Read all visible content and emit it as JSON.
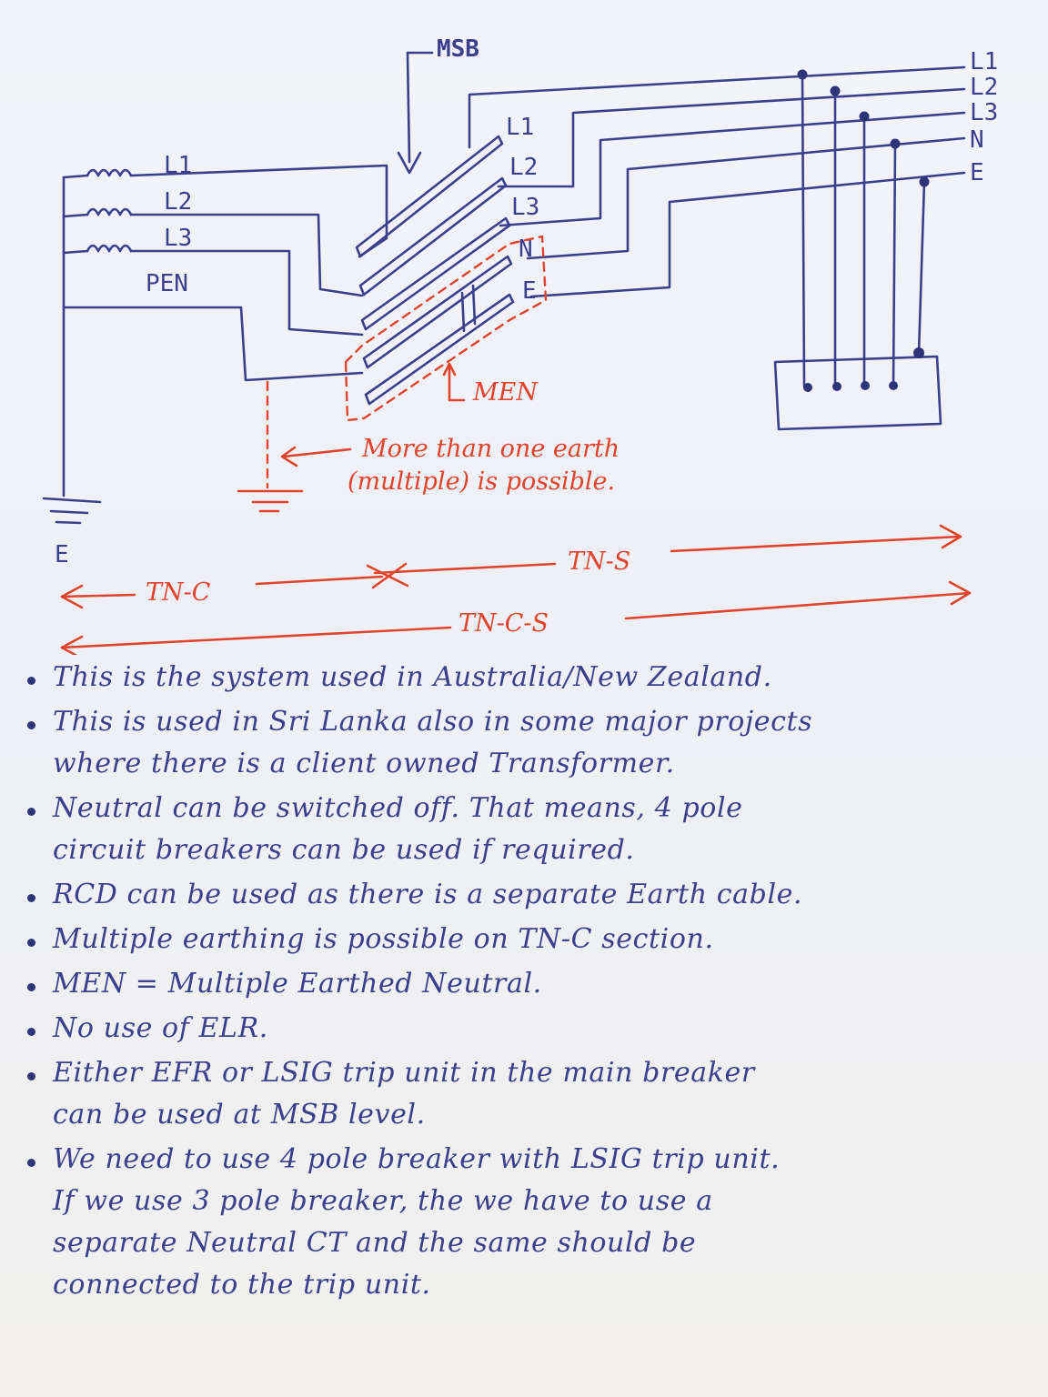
{
  "diagram": {
    "msb_label": "MSB",
    "source_labels": [
      "L1",
      "L2",
      "L3",
      "PEN"
    ],
    "busbar_labels": [
      "L1",
      "L2",
      "L3",
      "N",
      "E"
    ],
    "outgoing_labels": [
      "L1",
      "L2",
      "L3",
      "N",
      "E"
    ],
    "men_label": "MEN",
    "earth_label": "E",
    "multiple_earth_note": [
      "More than one earth",
      "(multiple) is possible."
    ],
    "tn_c_label": "TN-C",
    "tn_s_label": "TN-S",
    "tn_c_s_label": "TN-C-S"
  },
  "notes": [
    {
      "lines": [
        "This is the system used in Australia/New Zealand."
      ]
    },
    {
      "lines": [
        "This is used in Sri Lanka also in some major projects",
        "where there is a client owned Transformer."
      ]
    },
    {
      "lines": [
        "Neutral can be switched off. That means, 4 pole",
        "circuit breakers can be used if required."
      ]
    },
    {
      "lines": [
        "RCD can be used as there is a separate Earth cable."
      ]
    },
    {
      "lines": [
        "Multiple earthing is possible on TN-C section."
      ]
    },
    {
      "lines": [
        "MEN = Multiple Earthed Neutral."
      ]
    },
    {
      "lines": [
        "No use of ELR."
      ]
    },
    {
      "lines": [
        "Either EFR or LSIG trip unit in the main breaker",
        "can be used at MSB level."
      ]
    },
    {
      "lines": [
        "We need to use 4 pole breaker with LSIG trip unit.",
        "If we use 3 pole breaker, the we have to use a",
        "separate Neutral CT and the same should be",
        "connected to the trip unit."
      ]
    }
  ]
}
